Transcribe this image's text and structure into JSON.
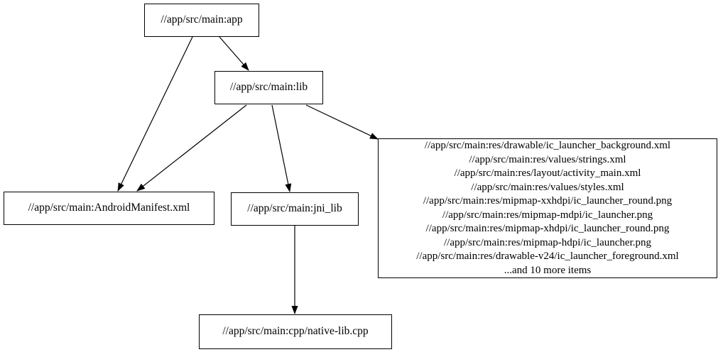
{
  "diagram": {
    "type": "dependency-graph",
    "colors": {
      "background": "#ffffff",
      "node_border": "#000000",
      "node_fill": "#ffffff",
      "edge": "#000000",
      "text": "#000000"
    },
    "nodes": {
      "app": {
        "label": "//app/src/main:app"
      },
      "lib": {
        "label": "//app/src/main:lib"
      },
      "android_manifest": {
        "label": "//app/src/main:AndroidManifest.xml"
      },
      "jni_lib": {
        "label": "//app/src/main:jni_lib"
      },
      "res_group": {
        "lines": [
          "//app/src/main:res/drawable/ic_launcher_background.xml",
          "//app/src/main:res/values/strings.xml",
          "//app/src/main:res/layout/activity_main.xml",
          "//app/src/main:res/values/styles.xml",
          "//app/src/main:res/mipmap-xxhdpi/ic_launcher_round.png",
          "//app/src/main:res/mipmap-mdpi/ic_launcher.png",
          "//app/src/main:res/mipmap-xhdpi/ic_launcher_round.png",
          "//app/src/main:res/mipmap-hdpi/ic_launcher.png",
          "//app/src/main:res/drawable-v24/ic_launcher_foreground.xml",
          "...and 10 more items"
        ]
      },
      "native_lib_cpp": {
        "label": "//app/src/main:cpp/native-lib.cpp"
      }
    },
    "edges": [
      {
        "from": "app",
        "to": "lib"
      },
      {
        "from": "app",
        "to": "android_manifest"
      },
      {
        "from": "lib",
        "to": "android_manifest"
      },
      {
        "from": "lib",
        "to": "jni_lib"
      },
      {
        "from": "lib",
        "to": "res_group"
      },
      {
        "from": "jni_lib",
        "to": "native_lib_cpp"
      }
    ]
  }
}
